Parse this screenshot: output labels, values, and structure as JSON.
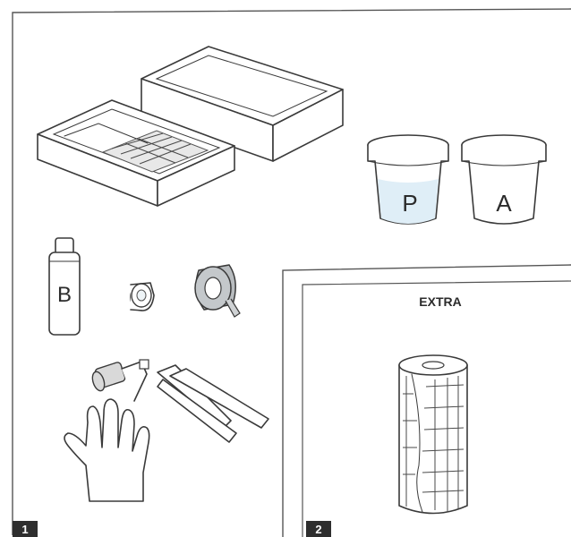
{
  "panel1": {
    "number": "1"
  },
  "panel2": {
    "number": "2",
    "title": "EXTRA"
  },
  "items": {
    "cup_p_label": "P",
    "cup_a_label": "A",
    "bottle_label": "B"
  }
}
